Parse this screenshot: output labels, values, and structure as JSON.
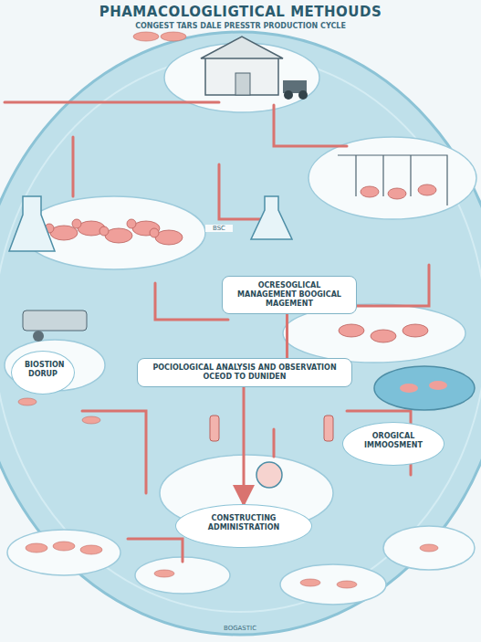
{
  "diagram": {
    "title": "PHAMACOLOGLIGTICAL METHOUDS",
    "nodes": [
      {
        "text": [
          "OCRESOGLICAL MANAGEMENT BOOGICAL MAGEMENT"
        ]
      },
      {
        "text": [
          "POCIOLOGICAL ANALYSIS AND OBSERVATION OCEOD TO DUNIDEN"
        ]
      },
      {
        "text": [
          "BIOSTION DORUP"
        ]
      },
      {
        "text": [
          "OROGICAL IMMOOSMENT"
        ]
      },
      {
        "text": [
          "CONSTRUCTING ADMINISTRATION"
        ]
      }
    ],
    "edges": [
      {
        "from": 0,
        "to": 1,
        "arrow": "none"
      },
      {
        "from": 1,
        "to": 4,
        "arrow": "to"
      }
    ],
    "labels": [
      "CONGEST TARS DALE PRESSTR PRODUCTION CYCLE",
      "BSC",
      "BOGASTIC"
    ]
  }
}
